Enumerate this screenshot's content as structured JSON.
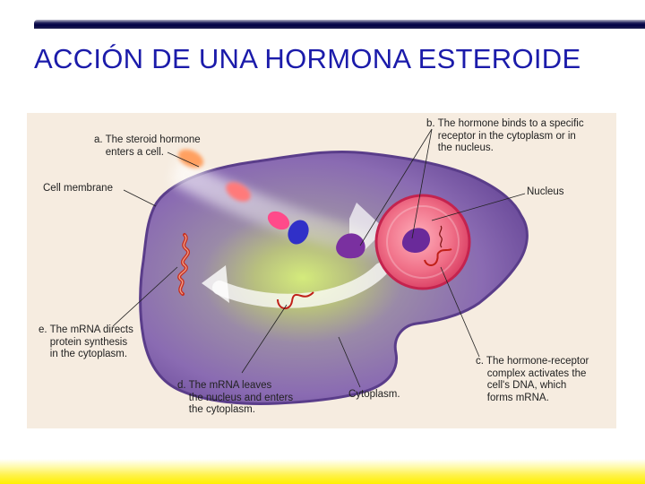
{
  "slide": {
    "title": "ACCIÓN DE UNA HORMONA ESTEROIDE"
  },
  "figure": {
    "labels": {
      "step_a": "a. The steroid hormone\n    enters a cell.",
      "step_b": "b. The hormone binds to a specific\n    receptor in the cytoplasm or in\n    the nucleus.",
      "step_c": "c. The hormone-receptor\n    complex activates the\n    cell's DNA, which\n    forms mRNA.",
      "step_d": "d. The mRNA leaves\n    the nucleus and enters\n    the cytoplasm.",
      "step_e": "e. The mRNA directs\n    protein synthesis\n    in the cytoplasm.",
      "cell_membrane": "Cell membrane",
      "nucleus": "Nucleus",
      "cytoplasm": "Cytoplasm."
    },
    "colors": {
      "background": "#f6ece0",
      "cell_edge": "#6e4e9e",
      "cytoplasm_center": "#c8e070",
      "nucleus": "#e8506a",
      "hormone": "#ff5a8a",
      "receptor": "#3a3ad0",
      "mrna": "#c02018",
      "title": "#1b1baa",
      "band": "#fff000"
    }
  }
}
